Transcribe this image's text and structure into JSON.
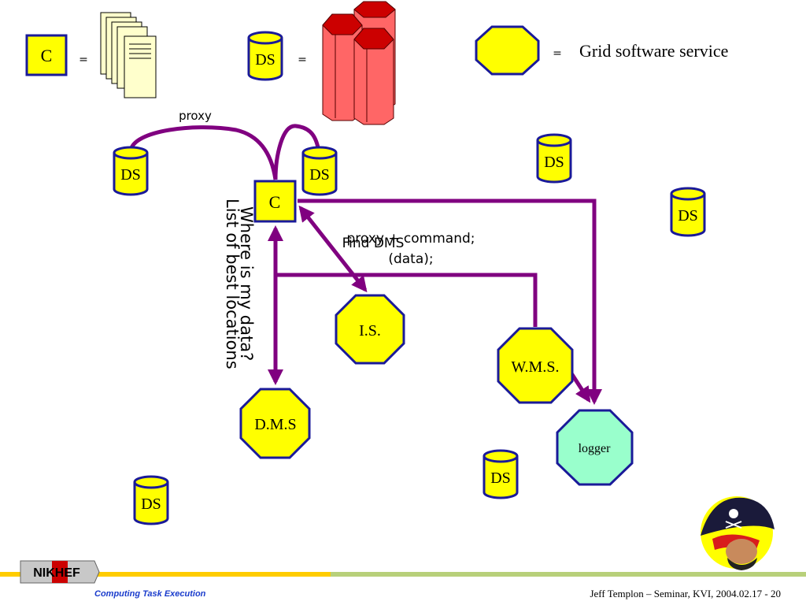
{
  "legend": {
    "client_symbol": "C",
    "equals": "=",
    "storage_symbol": "DS",
    "service_text": "Grid software service"
  },
  "diagram": {
    "proxy_label": "proxy",
    "client_label": "C",
    "storage_label": "DS",
    "is_label": "I.S.",
    "wms_label": "W.M.S.",
    "dms_label": "D.M.S",
    "logger_label": "logger",
    "proxy_command": "proxy + command;",
    "data_label": "(data);",
    "find_dms": "Find DMS",
    "where_is_data": "Where is my data?",
    "list_locations": "List of best locations"
  },
  "footer": {
    "logo_text": "NIKHEF",
    "title": "Computing Task Execution",
    "credit": "Jeff Templon  – Seminar, KVI, 2004.02.17  -  20"
  },
  "colors": {
    "yellow": "#ffff00",
    "purple": "#800080",
    "logger": "#99ffcc",
    "db_blue": "#1a1a99",
    "red_cyl": "#ff5555",
    "footer_bar_yellow": "#ffcc00",
    "footer_bar_green": "#b8d07a"
  }
}
